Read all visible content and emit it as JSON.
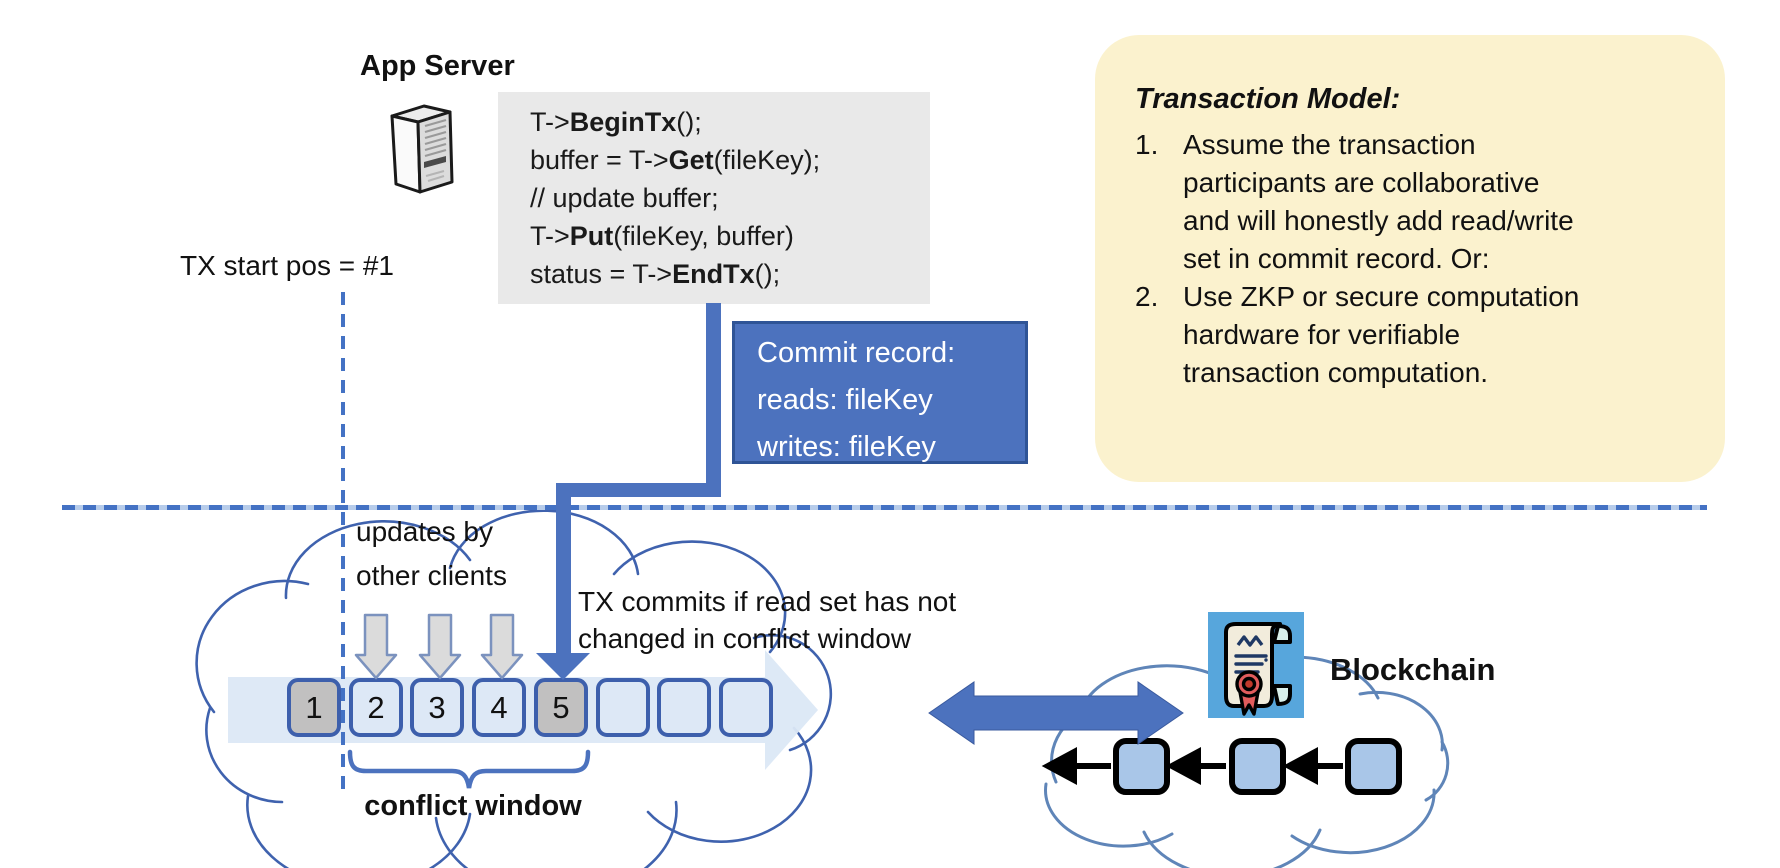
{
  "colors": {
    "accent": "#4C72BE",
    "dashed": "#4472C4",
    "commit_border": "#2F5496",
    "yellow": "#FBF2CE",
    "code_bg": "#E9E9E9",
    "band": "#DCE8F6",
    "block_fill": "#DDE8F6",
    "block_gray": "#C1C0C0",
    "block_border": "#3D5FAC",
    "chain_fill": "#A9C6E8",
    "icon_bg": "#57A6DC"
  },
  "app_server": {
    "title": "App Server"
  },
  "code": {
    "lines": [
      "T->**BeginTx**();",
      "buffer = T->**Get**(fileKey);",
      "// update buffer;",
      "T->**Put**(fileKey, buffer)",
      "status = T->**EndTx**();"
    ]
  },
  "tx_start": {
    "label": "TX start pos = #1"
  },
  "commit_record": {
    "lines": [
      "Commit record:",
      "reads: fileKey",
      "writes: fileKey"
    ]
  },
  "transaction_model": {
    "title": "Transaction Model:",
    "items": [
      {
        "num": "1.",
        "lines": [
          "Assume the transaction",
          "participants are collaborative",
          "and will honestly add read/write",
          "set in commit record.  Or:"
        ]
      },
      {
        "num": "2.",
        "lines": [
          "Use ZKP or secure computation",
          "hardware for verifiable",
          "transaction computation."
        ]
      }
    ]
  },
  "annotations": {
    "updates": [
      "updates by",
      "other clients"
    ],
    "tx_commits": [
      "TX commits if read set has not",
      "changed in conflict window"
    ],
    "conflict_window": "conflict window"
  },
  "timeline": {
    "blocks": [
      {
        "label": "1",
        "gray": true
      },
      {
        "label": "2",
        "gray": false
      },
      {
        "label": "3",
        "gray": false
      },
      {
        "label": "4",
        "gray": false
      },
      {
        "label": "5",
        "gray": true
      },
      {
        "label": "",
        "gray": false
      },
      {
        "label": "",
        "gray": false
      },
      {
        "label": "",
        "gray": false
      }
    ]
  },
  "blockchain": {
    "label": "Blockchain",
    "blocks": [
      "",
      "",
      ""
    ]
  }
}
